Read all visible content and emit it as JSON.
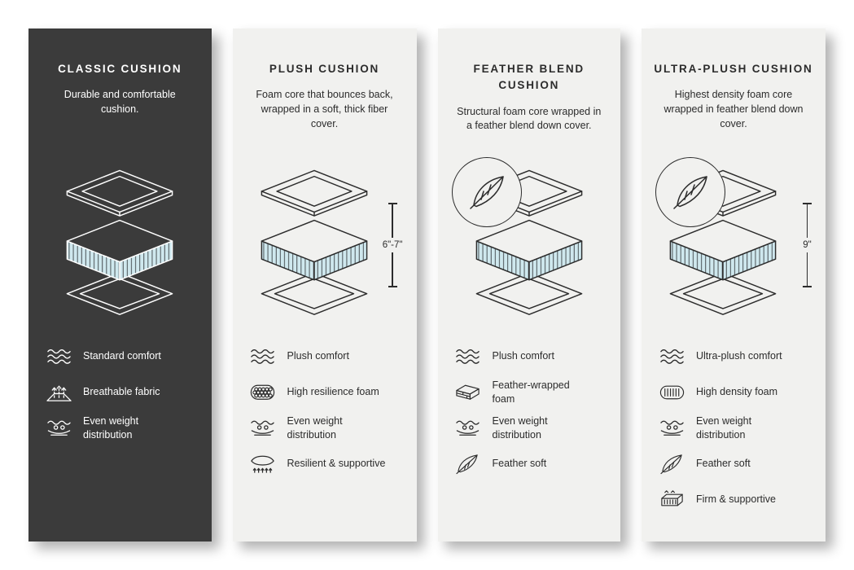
{
  "colors": {
    "dark_card": "#3b3b3b",
    "light_card": "#f1f1ef",
    "foam_blue": "#cfe8ee",
    "ink": "#2c2c2c"
  },
  "cards": [
    {
      "title": "CLASSIC CUSHION",
      "description": "Durable and comfortable cushion.",
      "features": [
        {
          "icon": "waves-icon",
          "label": "Standard comfort"
        },
        {
          "icon": "breathable-fabric-icon",
          "label": "Breathable fabric"
        },
        {
          "icon": "weight-distribution-icon",
          "label": "Even weight distribution"
        }
      ]
    },
    {
      "title": "PLUSH CUSHION",
      "description": "Foam core that bounces back, wrapped in a soft, thick fiber cover.",
      "measurement": "6\"-7\"",
      "features": [
        {
          "icon": "waves-icon",
          "label": "Plush comfort"
        },
        {
          "icon": "foam-bubbles-icon",
          "label": "High resilience foam"
        },
        {
          "icon": "weight-distribution-icon",
          "label": "Even weight distribution"
        },
        {
          "icon": "spring-support-icon",
          "label": "Resilient & supportive"
        }
      ]
    },
    {
      "title": "FEATHER BLEND CUSHION",
      "description": "Structural foam core wrapped in a feather blend down cover.",
      "features": [
        {
          "icon": "waves-icon",
          "label": "Plush comfort"
        },
        {
          "icon": "foam-brick-icon",
          "label": "Feather-wrapped foam"
        },
        {
          "icon": "weight-distribution-icon",
          "label": "Even weight distribution"
        },
        {
          "icon": "feather-icon",
          "label": "Feather soft"
        }
      ]
    },
    {
      "title": "ULTRA-PLUSH CUSHION",
      "description": "Highest density foam core wrapped in feather blend down cover.",
      "measurement": "9\"",
      "features": [
        {
          "icon": "waves-icon",
          "label": "Ultra-plush comfort"
        },
        {
          "icon": "foam-density-icon",
          "label": "High density foam"
        },
        {
          "icon": "weight-distribution-icon",
          "label": "Even weight distribution"
        },
        {
          "icon": "feather-icon",
          "label": "Feather soft"
        },
        {
          "icon": "firm-support-icon",
          "label": "Firm & supportive"
        }
      ]
    }
  ]
}
